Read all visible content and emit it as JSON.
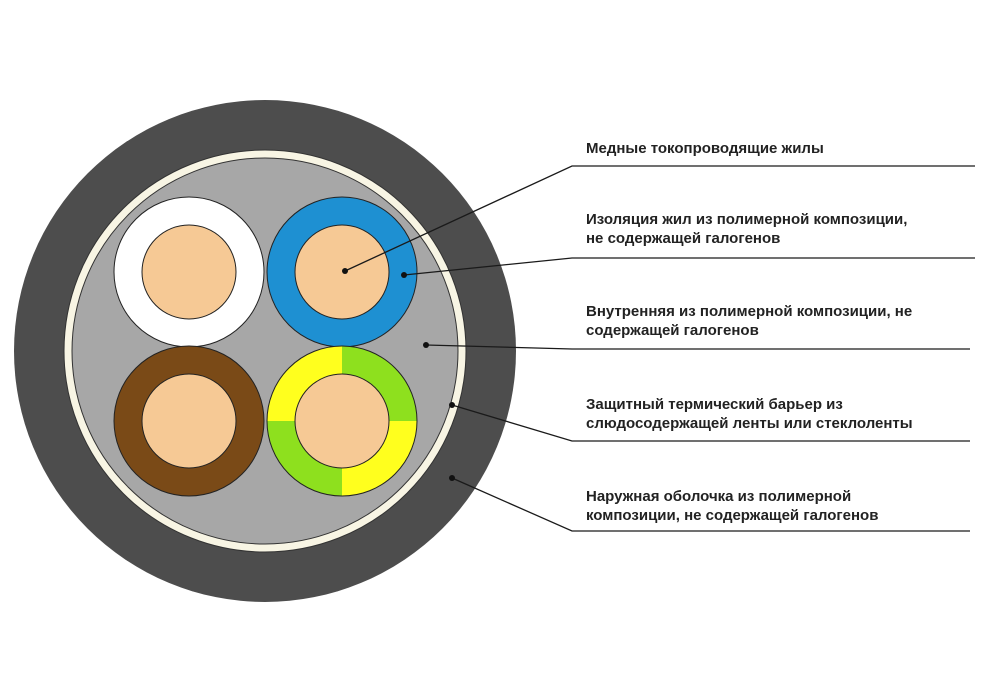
{
  "labels": {
    "conductors": "Медные токопроводящие жилы",
    "core_insulation": "Изоляция жил из полимерной композиции,\nне содержащей галогенов",
    "inner_sheath": "Внутренняя из полимерной композиции, не\nсодержащей галогенов",
    "thermal_barrier": "Защитный термический барьер из\nслюдосодержащей ленты или стеклоленты",
    "outer_sheath": "Наружная оболочка из полимерной\nкомпозиции, не содержащей галогенов"
  },
  "colors": {
    "outer_sheath": "#4d4d4d",
    "thermal_barrier": "#f8f5e4",
    "inner_sheath": "#a7a7a7",
    "copper": "#f6c995",
    "insulation_white": "#ffffff",
    "insulation_blue": "#1e90d2",
    "insulation_brown": "#7a4a17",
    "insulation_yellow": "#ffff1e",
    "insulation_green": "#8ee01e",
    "leader_line": "#1a1a1a"
  }
}
